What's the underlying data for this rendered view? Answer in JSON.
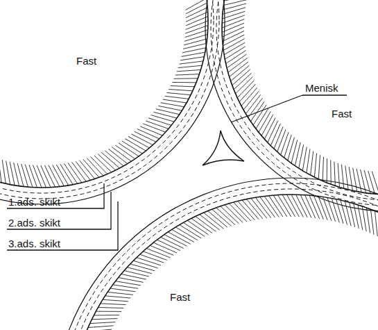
{
  "diagram": {
    "labels": [
      "Fast",
      "Menisk",
      "Fast",
      "1.ads. skikt",
      "2.ads. skikt",
      "3.ads. skikt",
      "Fast"
    ]
  }
}
